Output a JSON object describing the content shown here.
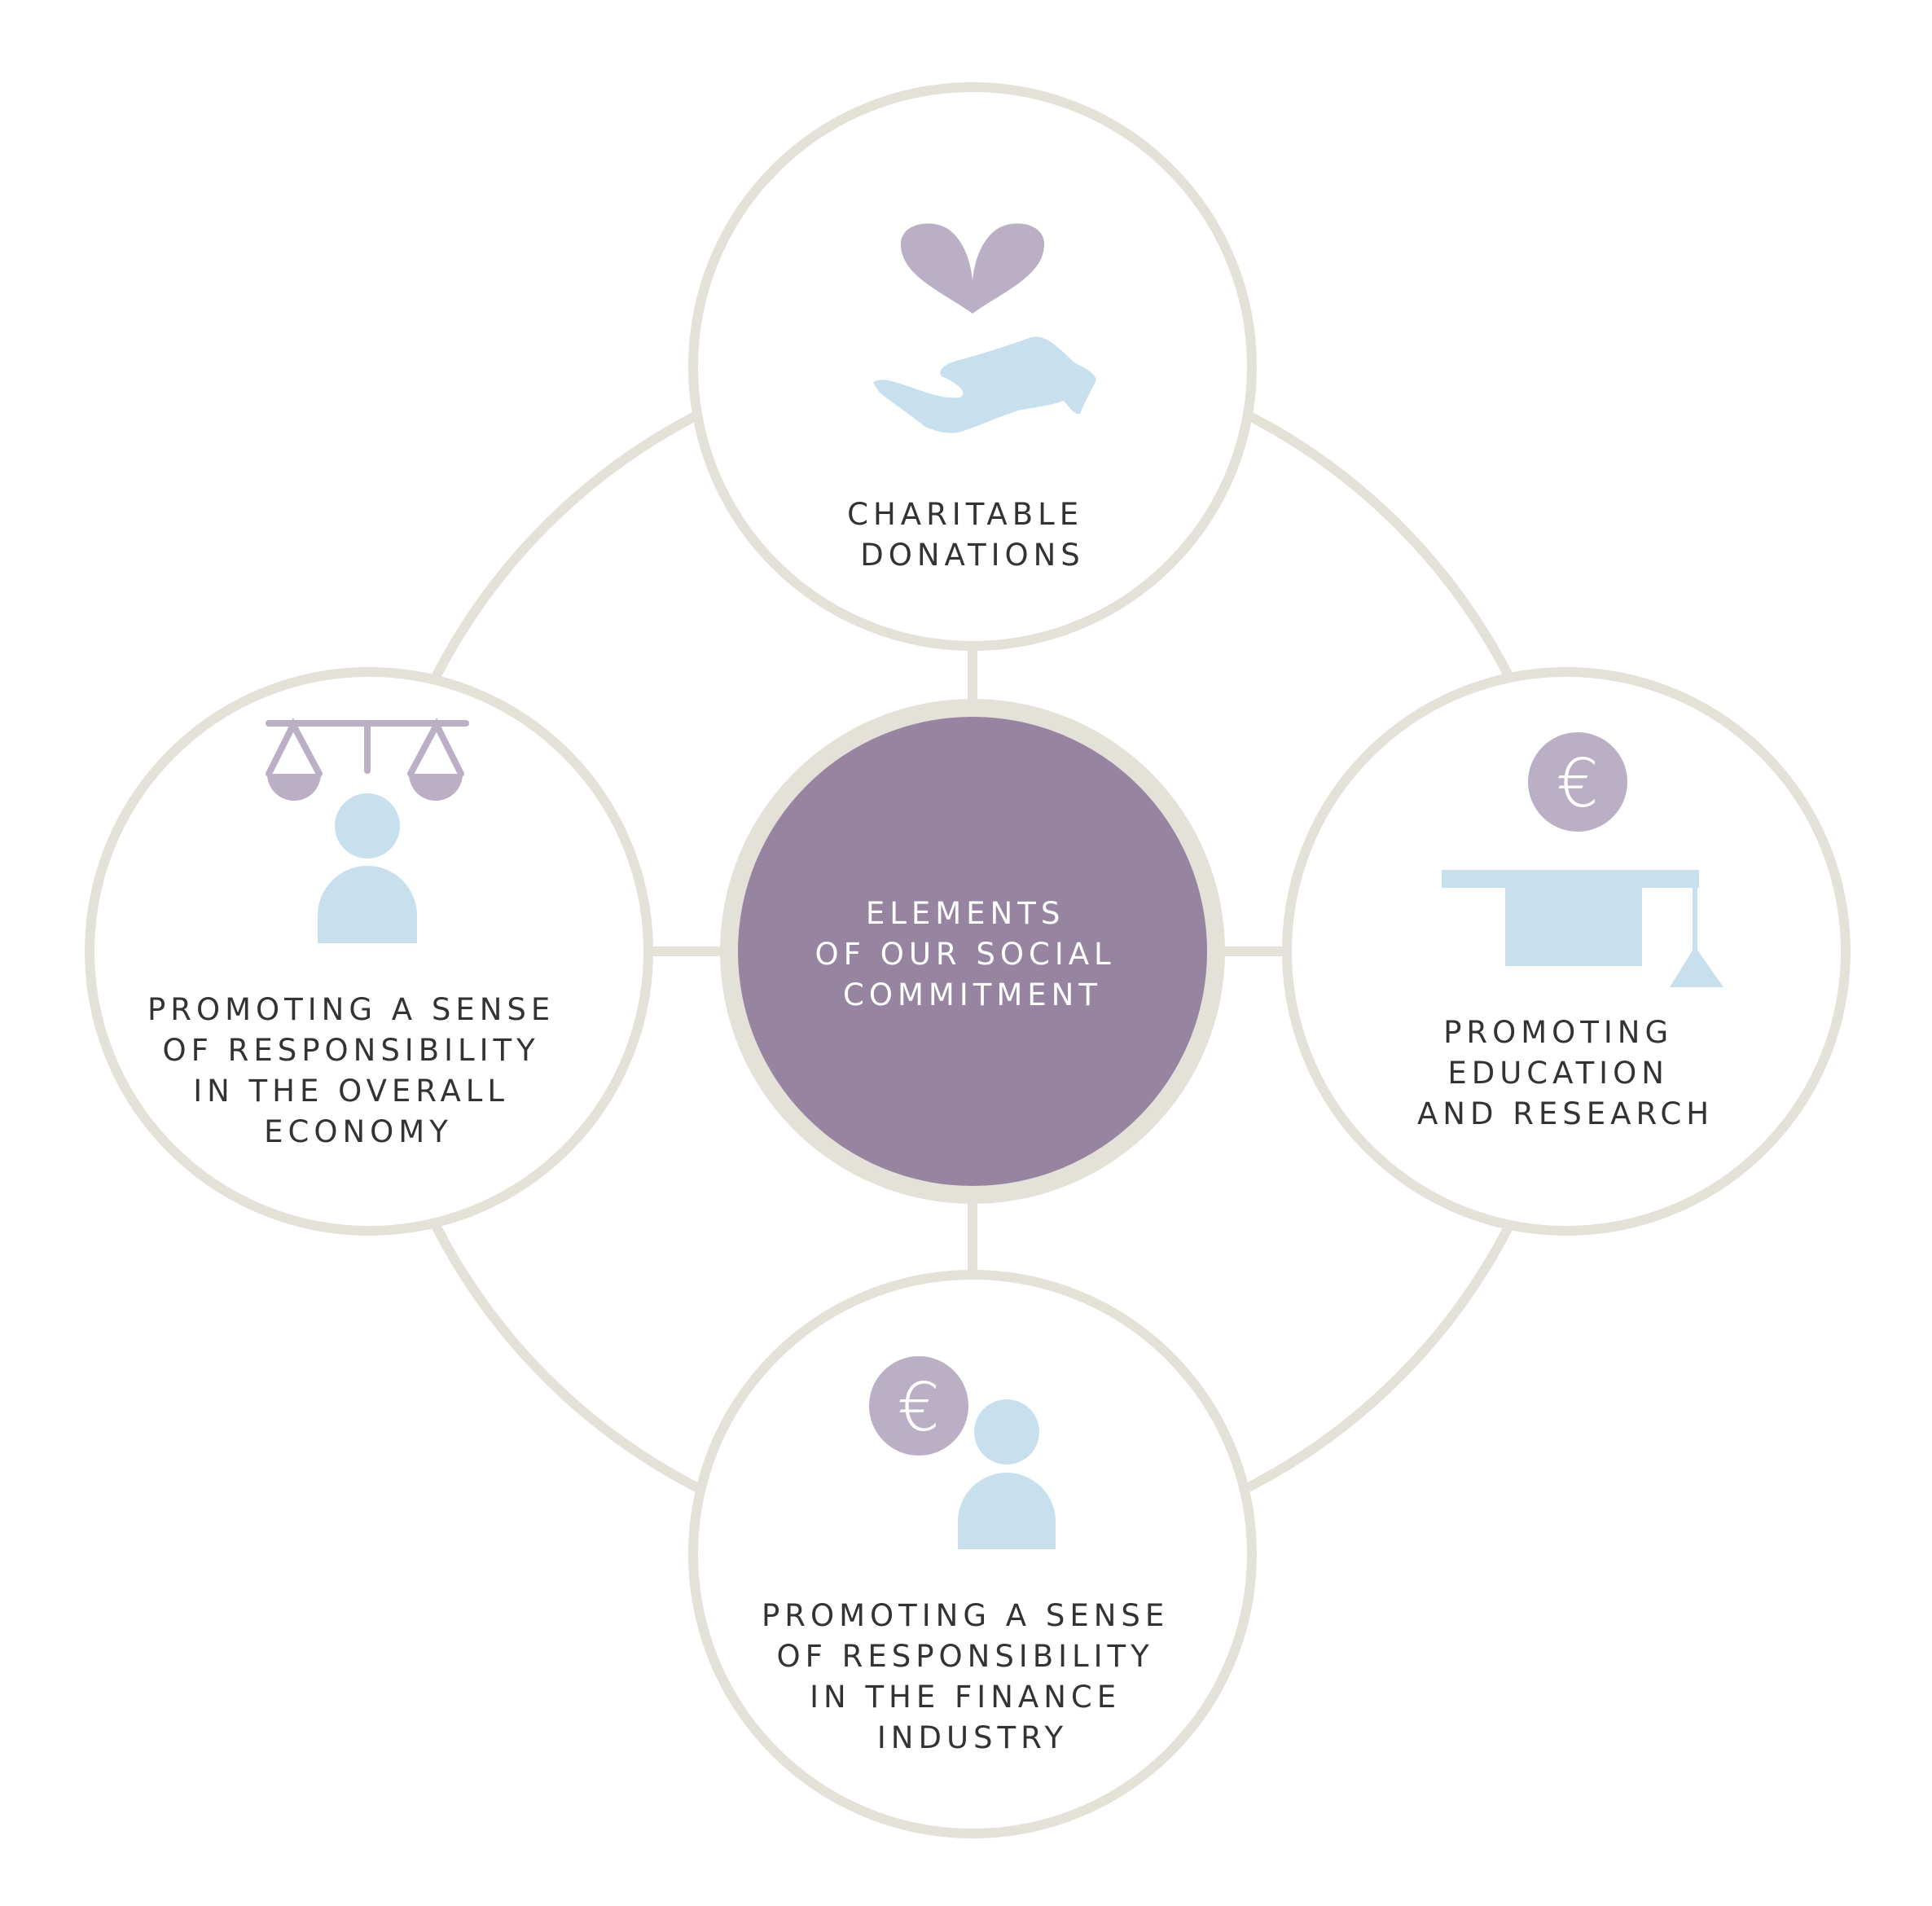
{
  "colors": {
    "ring": "#e4e1d8",
    "center_fill": "#9684a1",
    "accent_purple": "#bbafc6",
    "accent_blue": "#c8dfed",
    "text_dark": "#333333",
    "text_light": "#ffffff"
  },
  "center": {
    "lines": [
      "ELEMENTS",
      "OF OUR SOCIAL",
      "COMMITMENT"
    ]
  },
  "nodes": {
    "top": {
      "icon": "heart-hand-icon",
      "lines": [
        "CHARITABLE",
        "DONATIONS"
      ]
    },
    "left": {
      "icon": "scales-person-icon",
      "lines": [
        "PROMOTING A SENSE",
        "OF RESPONSIBILITY",
        "IN THE OVERALL",
        "ECONOMY"
      ]
    },
    "right": {
      "icon": "euro-graduation-cap-icon",
      "lines": [
        "PROMOTING",
        "EDUCATION",
        "AND RESEARCH"
      ]
    },
    "bottom": {
      "icon": "euro-person-icon",
      "lines": [
        "PROMOTING A SENSE",
        "OF RESPONSIBILITY",
        "IN THE FINANCE",
        "INDUSTRY"
      ]
    }
  },
  "euro_symbol": "€"
}
